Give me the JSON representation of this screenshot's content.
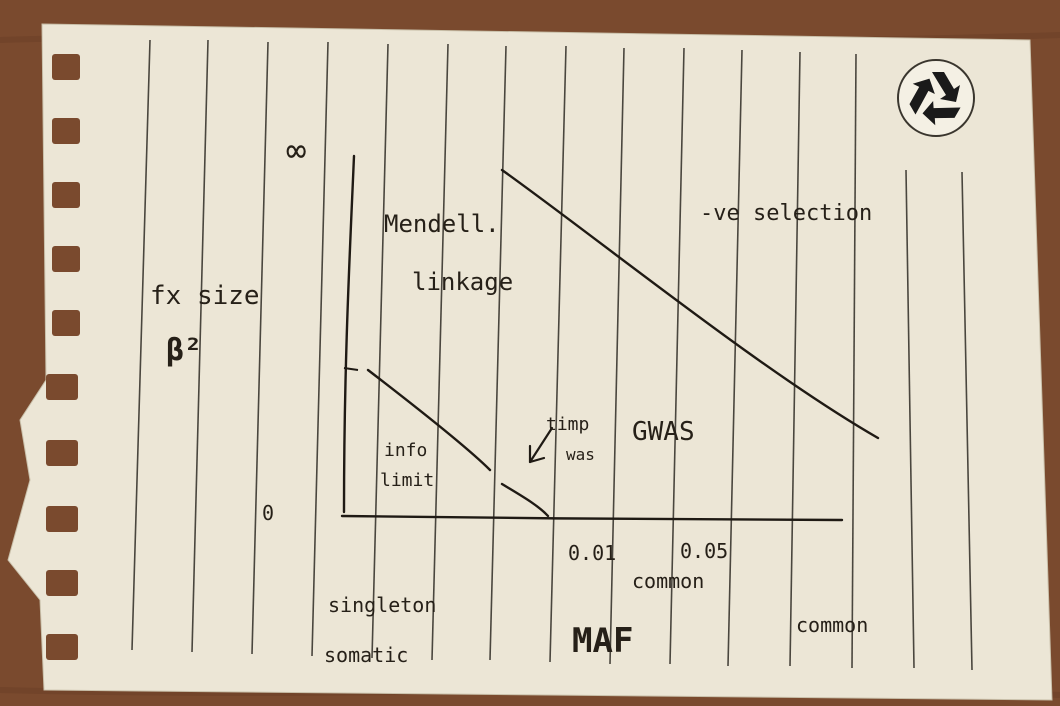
{
  "colors": {
    "table": "#7a4a2e",
    "paper": "#ece6d6",
    "rule_line": "#4a463e",
    "ink": "#1f1a14"
  },
  "icon": "recycle-icon",
  "diagram": {
    "y_axis": {
      "label_line1": "fx size",
      "label_line2": "β²",
      "top_tick": "∞",
      "bottom_tick": "0"
    },
    "x_axis": {
      "title": "MAF",
      "ticks": [
        "0.01",
        "0.05"
      ],
      "sub_label": "common",
      "left_label_line1": "singleton",
      "left_label_line2": "somatic",
      "right_label": "common"
    },
    "regions": {
      "mendelian_line1": "Mendell.",
      "mendelian_line2": "linkage",
      "neg_selection": "-ve selection",
      "info_limit_line1": "info",
      "info_limit_line2": "limit",
      "gwas": "GWAS",
      "timp_line1": "timp",
      "timp_line2": "was"
    }
  }
}
